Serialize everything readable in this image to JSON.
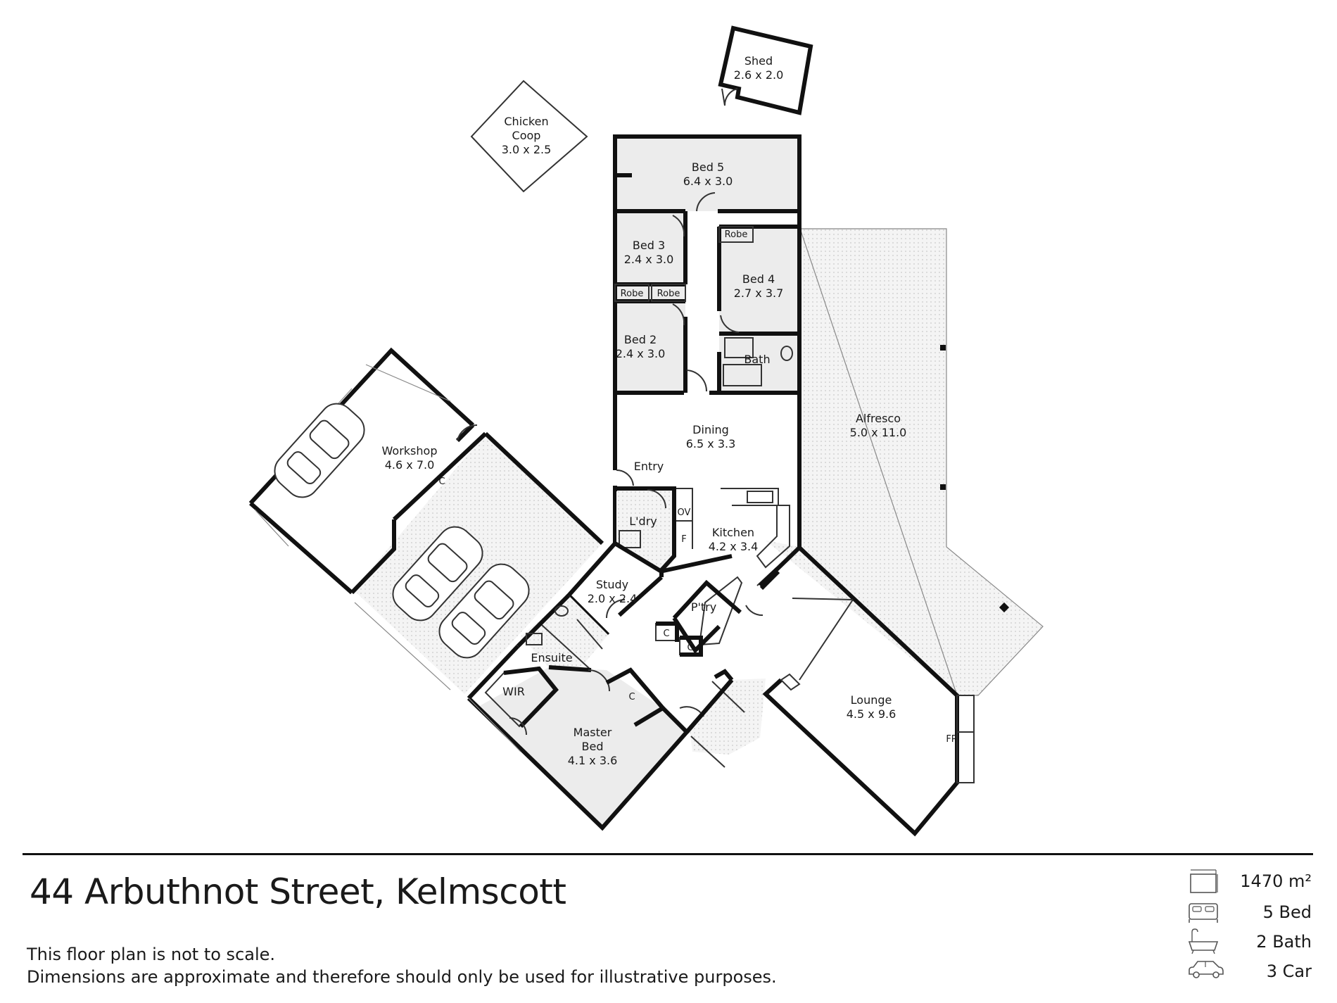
{
  "rooms": {
    "shed": {
      "name": "Shed",
      "dim": "2.6 x 2.0"
    },
    "chicken_coop": {
      "name1": "Chicken",
      "name2": "Coop",
      "dim": "3.0 x 2.5"
    },
    "bed5": {
      "name": "Bed 5",
      "dim": "6.4 x 3.0"
    },
    "bed3": {
      "name": "Bed 3",
      "dim": "2.4 x 3.0"
    },
    "bed4": {
      "name": "Bed 4",
      "dim": "2.7 x 3.7"
    },
    "bed2": {
      "name": "Bed 2",
      "dim": "2.4 x 3.0"
    },
    "robe": "Robe",
    "bath": "Bath",
    "dining": {
      "name": "Dining",
      "dim": "6.5 x 3.3"
    },
    "entry": "Entry",
    "alfresco": {
      "name": "Alfresco",
      "dim": "5.0 x 11.0"
    },
    "workshop": {
      "name": "Workshop",
      "dim": "4.6 x 7.0"
    },
    "laundry": "L'dry",
    "ov": "OV",
    "f": "F",
    "kitchen": {
      "name": "Kitchen",
      "dim": "4.2 x 3.4"
    },
    "study": {
      "name": "Study",
      "dim": "2.0 x 2.4"
    },
    "pantry": "P'try",
    "cupboard": "C",
    "ensuite": "Ensuite",
    "wir": "WIR",
    "master": {
      "name1": "Master",
      "name2": "Bed",
      "dim": "4.1 x 3.6"
    },
    "lounge": {
      "name": "Lounge",
      "dim": "4.5 x 9.6"
    },
    "fp": "FP"
  },
  "footer": {
    "address": "44 Arbuthnot Street, Kelmscott",
    "disclaimer1": "This floor plan is not to scale.",
    "disclaimer2": "Dimensions are approximate and therefore should only be used for illustrative purposes."
  },
  "stats": [
    {
      "icon": "land-area-icon",
      "label": "1470 m²"
    },
    {
      "icon": "bed-icon",
      "label": "5 Bed"
    },
    {
      "icon": "bath-icon",
      "label": "2 Bath"
    },
    {
      "icon": "car-icon",
      "label": "3 Car"
    }
  ]
}
